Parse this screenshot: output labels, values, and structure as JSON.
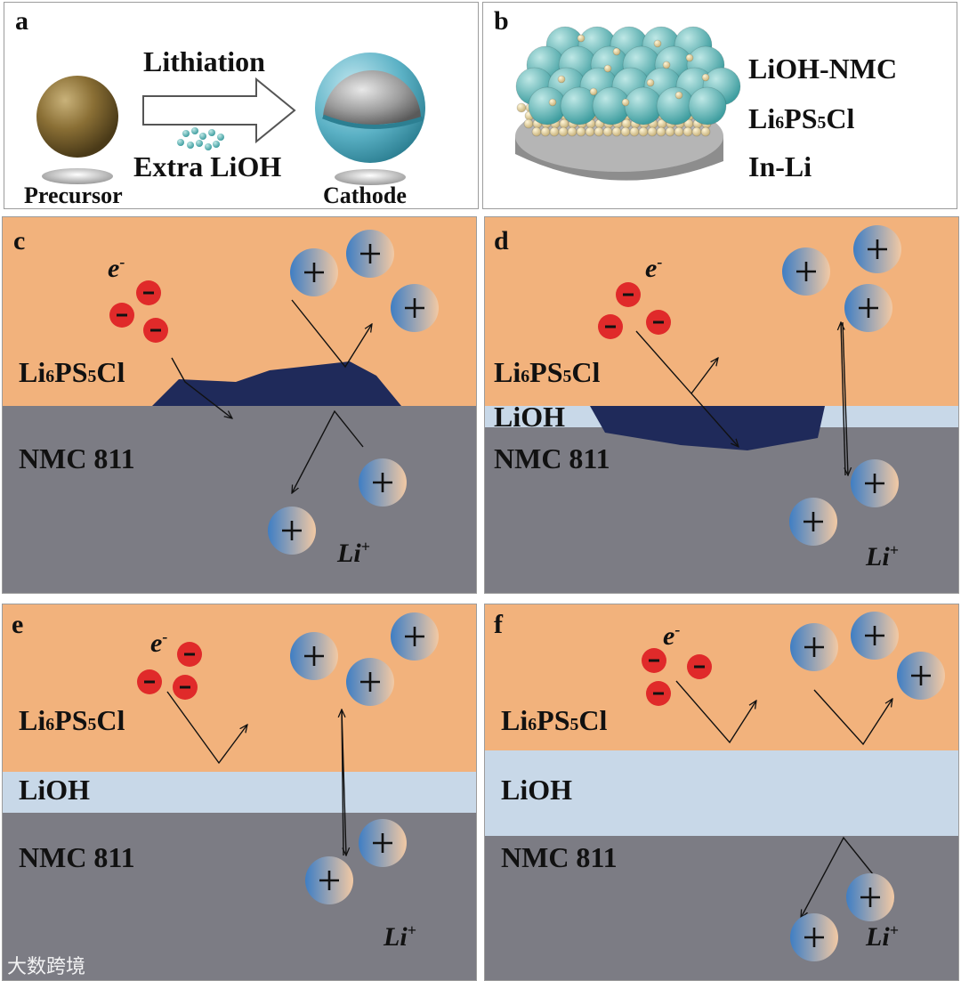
{
  "panels": {
    "a": {
      "label": "a",
      "arrow_label": "Lithiation",
      "additive_label": "Extra LiOH",
      "left_label": "Precursor",
      "right_label": "Cathode"
    },
    "b": {
      "label": "b",
      "layers": [
        "LiOH-NMC",
        "Li6PS5Cl",
        "In-Li"
      ]
    },
    "c": {
      "label": "c",
      "electrolyte": "Li6PS5Cl",
      "cathode": "NMC 811",
      "electron": "e",
      "electron_sup": "-",
      "ion": "Li",
      "ion_sup": "+"
    },
    "d": {
      "label": "d",
      "electrolyte": "Li6PS5Cl",
      "coating": "LiOH",
      "cathode": "NMC 811",
      "electron": "e",
      "electron_sup": "-",
      "ion": "Li",
      "ion_sup": "+"
    },
    "e": {
      "label": "e",
      "electrolyte": "Li6PS5Cl",
      "coating": "LiOH",
      "cathode": "NMC 811",
      "electron": "e",
      "electron_sup": "-",
      "ion": "Li",
      "ion_sup": "+"
    },
    "f": {
      "label": "f",
      "electrolyte": "Li6PS5Cl",
      "coating": "LiOH",
      "cathode": "NMC 811",
      "electron": "e",
      "electron_sup": "-",
      "ion": "Li",
      "ion_sup": "+"
    }
  },
  "watermark": "大数跨境",
  "colors": {
    "electrolyte": "#f2b27c",
    "cathode": "#7c7c84",
    "lioh": "#c8d8e8",
    "interphase": "#1f2a5a",
    "electron": "#e02a2a",
    "ion": "#4f86c4"
  }
}
